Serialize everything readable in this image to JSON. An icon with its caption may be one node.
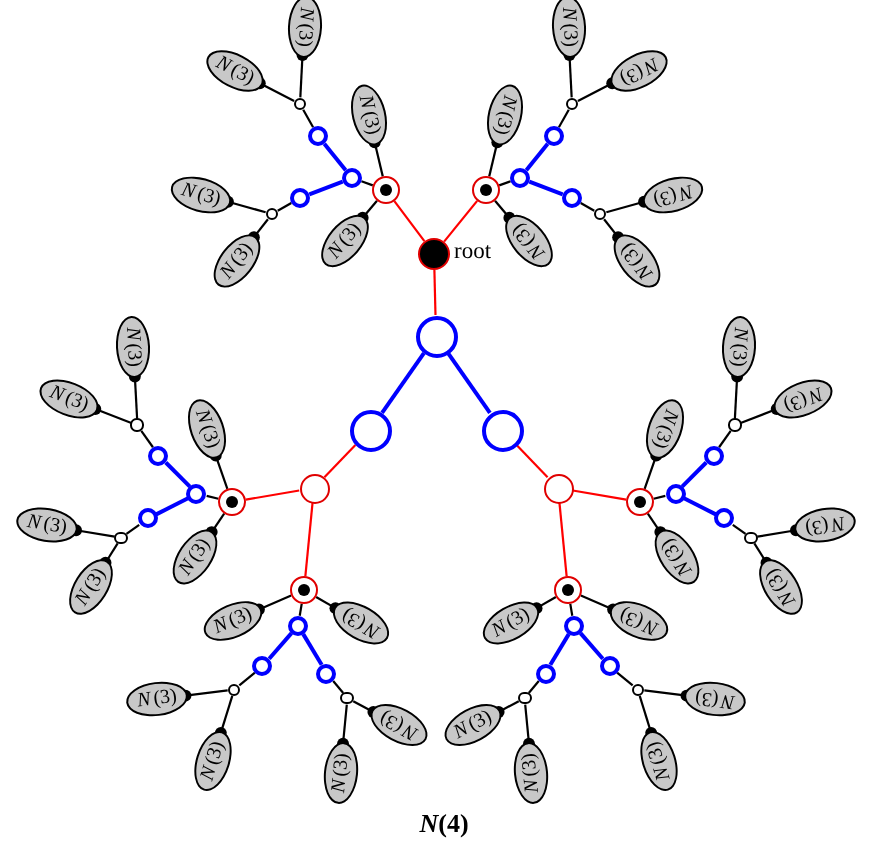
{
  "diagram": {
    "caption": "*N*(4)",
    "nodes": [
      {
        "text": [],
        "shape": "circle",
        "beside": [
          "root"
        ]
      },
      {
        "text": [],
        "shape": "circle"
      },
      {
        "text": [],
        "shape": "circle"
      },
      {
        "text": [],
        "shape": "circle"
      },
      {
        "text": [],
        "shape": "circle"
      },
      {
        "text": [],
        "shape": "circle"
      },
      {
        "text": [],
        "shape": "circle"
      },
      {
        "text": [],
        "shape": "circle"
      },
      {
        "text": [],
        "shape": "circle"
      },
      {
        "text": [],
        "shape": "circle"
      },
      {
        "text": [],
        "shape": "circle"
      },
      {
        "text": [],
        "shape": "circle"
      },
      {
        "text": [
          "*N*(3)"
        ]
      },
      {
        "text": [
          "*N*(3)"
        ]
      },
      {
        "text": [
          "*N*(3)"
        ]
      },
      {
        "text": [
          "*N*(3)"
        ]
      },
      {
        "text": [
          "*N*(3)"
        ]
      },
      {
        "text": [
          "*N*(3)"
        ]
      },
      {
        "text": [],
        "shape": "circle"
      },
      {
        "text": [],
        "shape": "circle"
      },
      {
        "text": [],
        "shape": "circle"
      },
      {
        "text": [],
        "shape": "circle"
      },
      {
        "text": [],
        "shape": "circle"
      },
      {
        "text": [],
        "shape": "circle"
      },
      {
        "text": [
          "*N*(3)"
        ]
      },
      {
        "text": [
          "*N*(3)"
        ]
      },
      {
        "text": [
          "*N*(3)"
        ]
      },
      {
        "text": [
          "*N*(3)"
        ]
      },
      {
        "text": [
          "*N*(3)"
        ]
      },
      {
        "text": [
          "*N*(3)"
        ]
      },
      {
        "text": [],
        "shape": "circle"
      },
      {
        "text": [],
        "shape": "circle"
      },
      {
        "text": [],
        "shape": "circle"
      },
      {
        "text": [],
        "shape": "circle"
      },
      {
        "text": [],
        "shape": "circle"
      },
      {
        "text": [],
        "shape": "circle"
      },
      {
        "text": [
          "*N*(3)"
        ]
      },
      {
        "text": [
          "*N*(3)"
        ]
      },
      {
        "text": [
          "*N*(3)"
        ]
      },
      {
        "text": [
          "*N*(3)"
        ]
      },
      {
        "text": [
          "*N*(3)"
        ]
      },
      {
        "text": [
          "*N*(3)"
        ]
      },
      {
        "text": [],
        "shape": "circle"
      },
      {
        "text": [],
        "shape": "circle"
      },
      {
        "text": [],
        "shape": "circle"
      },
      {
        "text": [],
        "shape": "circle"
      },
      {
        "text": [],
        "shape": "circle"
      },
      {
        "text": [],
        "shape": "circle"
      },
      {
        "text": [
          "*N*(3)"
        ]
      },
      {
        "text": [
          "*N*(3)"
        ]
      },
      {
        "text": [
          "*N*(3)"
        ]
      },
      {
        "text": [
          "*N*(3)"
        ]
      },
      {
        "text": [
          "*N*(3)"
        ]
      },
      {
        "text": [
          "*N*(3)"
        ]
      },
      {
        "text": [],
        "shape": "circle"
      },
      {
        "text": [],
        "shape": "circle"
      },
      {
        "text": [],
        "shape": "circle"
      },
      {
        "text": [],
        "shape": "circle"
      },
      {
        "text": [],
        "shape": "circle"
      },
      {
        "text": [],
        "shape": "circle"
      },
      {
        "text": [
          "*N*(3)"
        ]
      },
      {
        "text": [
          "*N*(3)"
        ]
      },
      {
        "text": [
          "*N*(3)"
        ]
      },
      {
        "text": [
          "*N*(3)"
        ]
      },
      {
        "text": [
          "*N*(3)"
        ]
      },
      {
        "text": [
          "*N*(3)"
        ]
      },
      {
        "text": [],
        "shape": "circle"
      },
      {
        "text": [],
        "shape": "circle"
      },
      {
        "text": [],
        "shape": "circle"
      },
      {
        "text": [],
        "shape": "circle"
      },
      {
        "text": [],
        "shape": "circle"
      },
      {
        "text": [],
        "shape": "circle"
      },
      {
        "text": [
          "*N*(3)"
        ]
      },
      {
        "text": [
          "*N*(3)"
        ]
      },
      {
        "text": [
          "*N*(3)"
        ]
      },
      {
        "text": [
          "*N*(3)"
        ]
      },
      {
        "text": [
          "*N*(3)"
        ]
      },
      {
        "text": [
          "*N*(3)"
        ]
      }
    ],
    "edges": [
      {
        "from": 0,
        "to": 6,
        "arrow": "none",
        "color": "#ff0000"
      },
      {
        "from": 0,
        "to": 18,
        "arrow": "none",
        "color": "#ff0000"
      },
      {
        "from": 0,
        "to": 1,
        "arrow": "none",
        "color": "#ff0000"
      },
      {
        "from": 1,
        "to": 2,
        "arrow": "none",
        "color": "#0000ff"
      },
      {
        "from": 1,
        "to": 3,
        "arrow": "none",
        "color": "#0000ff"
      },
      {
        "from": 2,
        "to": 4,
        "arrow": "none",
        "color": "#ff0000"
      },
      {
        "from": 3,
        "to": 5,
        "arrow": "none",
        "color": "#ff0000"
      },
      {
        "from": 4,
        "to": 30,
        "arrow": "none",
        "color": "#ff0000"
      },
      {
        "from": 4,
        "to": 42,
        "arrow": "none",
        "color": "#ff0000"
      },
      {
        "from": 5,
        "to": 54,
        "arrow": "none",
        "color": "#ff0000"
      },
      {
        "from": 5,
        "to": 66,
        "arrow": "none",
        "color": "#ff0000"
      },
      {
        "from": 6,
        "to": 7,
        "arrow": "none"
      },
      {
        "from": 7,
        "to": 8,
        "arrow": "none",
        "color": "#0000ff"
      },
      {
        "from": 7,
        "to": 9,
        "arrow": "none",
        "color": "#0000ff"
      },
      {
        "from": 8,
        "to": 10,
        "arrow": "none"
      },
      {
        "from": 9,
        "to": 11,
        "arrow": "none"
      },
      {
        "from": 6,
        "to": 12,
        "arrow": "other"
      },
      {
        "from": 6,
        "to": 13,
        "arrow": "other"
      },
      {
        "from": 10,
        "to": 14,
        "arrow": "other"
      },
      {
        "from": 10,
        "to": 15,
        "arrow": "other"
      },
      {
        "from": 11,
        "to": 16,
        "arrow": "other"
      },
      {
        "from": 11,
        "to": 17,
        "arrow": "other"
      },
      {
        "from": 18,
        "to": 19,
        "arrow": "none"
      },
      {
        "from": 19,
        "to": 20,
        "arrow": "none",
        "color": "#0000ff"
      },
      {
        "from": 19,
        "to": 21,
        "arrow": "none",
        "color": "#0000ff"
      },
      {
        "from": 20,
        "to": 22,
        "arrow": "none"
      },
      {
        "from": 21,
        "to": 23,
        "arrow": "none"
      },
      {
        "from": 18,
        "to": 24,
        "arrow": "other"
      },
      {
        "from": 18,
        "to": 25,
        "arrow": "other"
      },
      {
        "from": 22,
        "to": 26,
        "arrow": "other"
      },
      {
        "from": 22,
        "to": 27,
        "arrow": "other"
      },
      {
        "from": 23,
        "to": 28,
        "arrow": "other"
      },
      {
        "from": 23,
        "to": 29,
        "arrow": "other"
      },
      {
        "from": 30,
        "to": 31,
        "arrow": "none"
      },
      {
        "from": 31,
        "to": 32,
        "arrow": "none",
        "color": "#0000ff"
      },
      {
        "from": 31,
        "to": 33,
        "arrow": "none",
        "color": "#0000ff"
      },
      {
        "from": 32,
        "to": 34,
        "arrow": "none"
      },
      {
        "from": 33,
        "to": 35,
        "arrow": "none"
      },
      {
        "from": 30,
        "to": 36,
        "arrow": "other"
      },
      {
        "from": 30,
        "to": 37,
        "arrow": "other"
      },
      {
        "from": 34,
        "to": 38,
        "arrow": "other"
      },
      {
        "from": 34,
        "to": 39,
        "arrow": "other"
      },
      {
        "from": 35,
        "to": 40,
        "arrow": "other"
      },
      {
        "from": 35,
        "to": 41,
        "arrow": "other"
      },
      {
        "from": 42,
        "to": 43,
        "arrow": "none"
      },
      {
        "from": 43,
        "to": 44,
        "arrow": "none",
        "color": "#0000ff"
      },
      {
        "from": 43,
        "to": 45,
        "arrow": "none",
        "color": "#0000ff"
      },
      {
        "from": 44,
        "to": 46,
        "arrow": "none"
      },
      {
        "from": 45,
        "to": 47,
        "arrow": "none"
      },
      {
        "from": 42,
        "to": 48,
        "arrow": "other"
      },
      {
        "from": 42,
        "to": 49,
        "arrow": "other"
      },
      {
        "from": 46,
        "to": 50,
        "arrow": "other"
      },
      {
        "from": 46,
        "to": 51,
        "arrow": "other"
      },
      {
        "from": 47,
        "to": 52,
        "arrow": "other"
      },
      {
        "from": 47,
        "to": 53,
        "arrow": "other"
      },
      {
        "from": 54,
        "to": 55,
        "arrow": "none"
      },
      {
        "from": 55,
        "to": 56,
        "arrow": "none",
        "color": "#0000ff"
      },
      {
        "from": 55,
        "to": 57,
        "arrow": "none",
        "color": "#0000ff"
      },
      {
        "from": 56,
        "to": 58,
        "arrow": "none"
      },
      {
        "from": 57,
        "to": 59,
        "arrow": "none"
      },
      {
        "from": 54,
        "to": 60,
        "arrow": "other"
      },
      {
        "from": 54,
        "to": 61,
        "arrow": "other"
      },
      {
        "from": 58,
        "to": 62,
        "arrow": "other"
      },
      {
        "from": 58,
        "to": 63,
        "arrow": "other"
      },
      {
        "from": 59,
        "to": 64,
        "arrow": "other"
      },
      {
        "from": 59,
        "to": 65,
        "arrow": "other"
      },
      {
        "from": 66,
        "to": 67,
        "arrow": "none"
      },
      {
        "from": 67,
        "to": 68,
        "arrow": "none",
        "color": "#0000ff"
      },
      {
        "from": 67,
        "to": 69,
        "arrow": "none",
        "color": "#0000ff"
      },
      {
        "from": 68,
        "to": 70,
        "arrow": "none"
      },
      {
        "from": 69,
        "to": 71,
        "arrow": "none"
      },
      {
        "from": 66,
        "to": 72,
        "arrow": "other"
      },
      {
        "from": 66,
        "to": 73,
        "arrow": "other"
      },
      {
        "from": 70,
        "to": 74,
        "arrow": "other"
      },
      {
        "from": 70,
        "to": 75,
        "arrow": "other"
      },
      {
        "from": 71,
        "to": 76,
        "arrow": "other"
      },
      {
        "from": 71,
        "to": 77,
        "arrow": "other"
      }
    ]
  }
}
